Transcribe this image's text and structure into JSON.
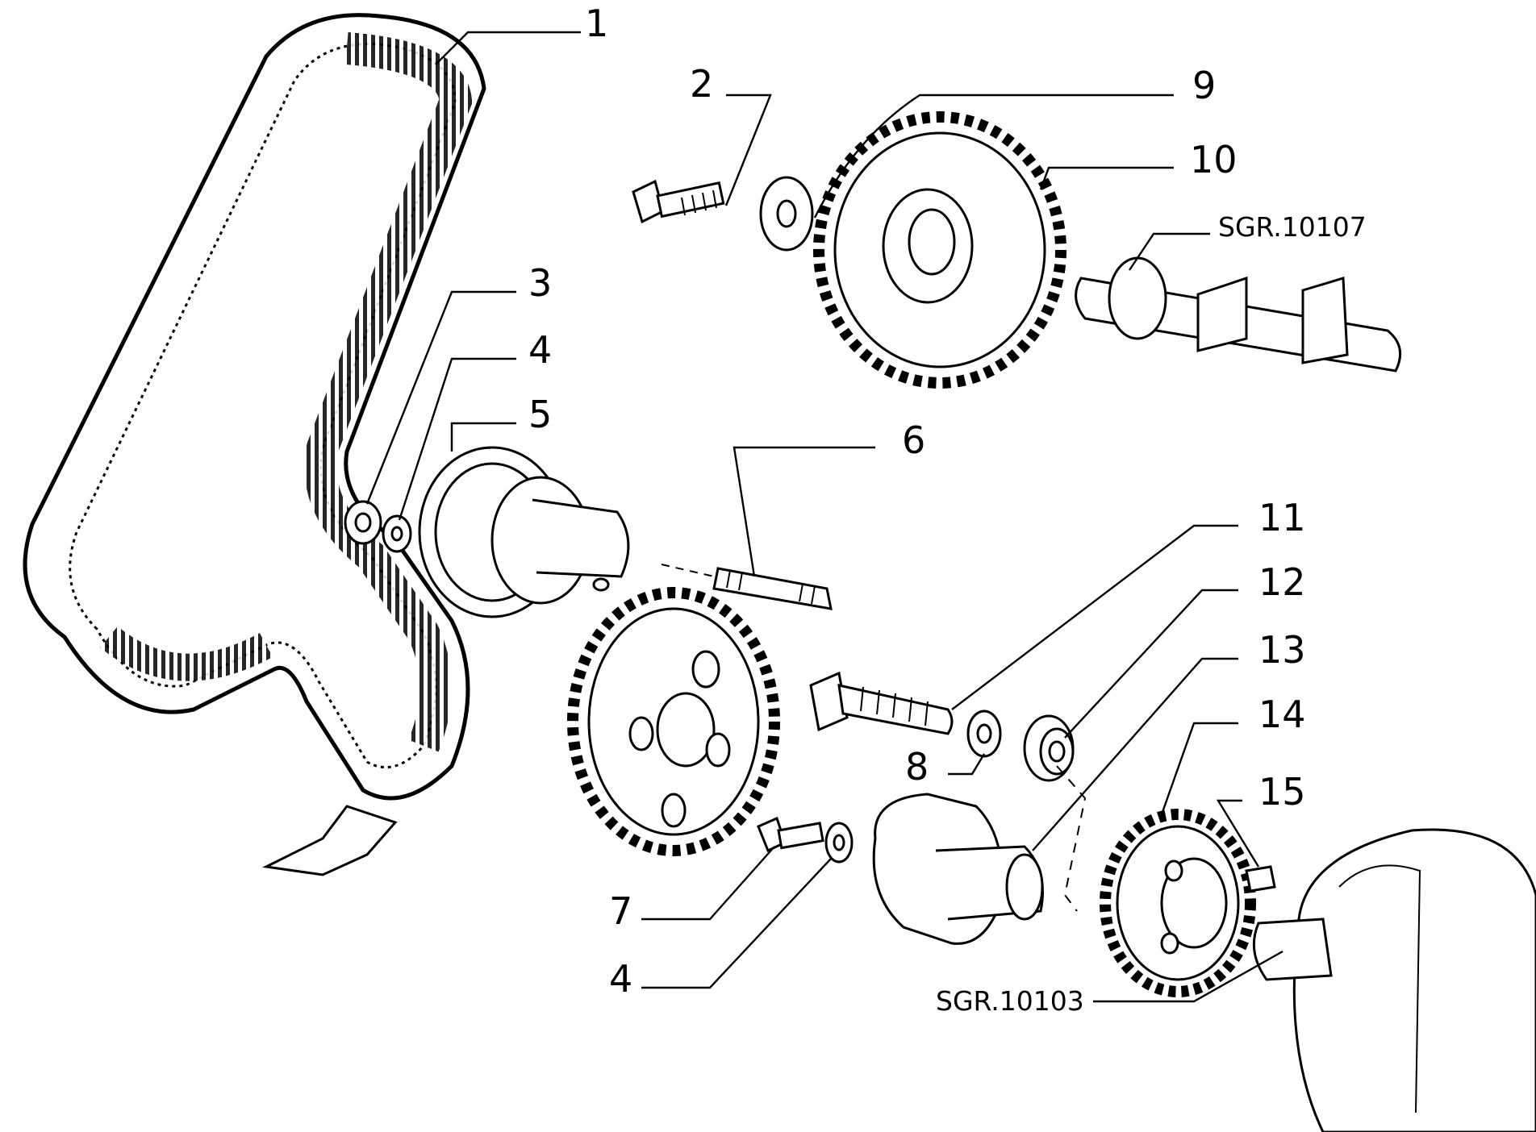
{
  "colors": {
    "ink": "#000000",
    "paper": "#ffffff"
  },
  "callouts": [
    {
      "id": "1",
      "label": "1"
    },
    {
      "id": "2",
      "label": "2"
    },
    {
      "id": "3",
      "label": "3"
    },
    {
      "id": "4a",
      "label": "4"
    },
    {
      "id": "5",
      "label": "5"
    },
    {
      "id": "6",
      "label": "6"
    },
    {
      "id": "7",
      "label": "7"
    },
    {
      "id": "4b",
      "label": "4"
    },
    {
      "id": "8",
      "label": "8"
    },
    {
      "id": "9",
      "label": "9"
    },
    {
      "id": "10",
      "label": "10"
    },
    {
      "id": "11",
      "label": "11"
    },
    {
      "id": "12",
      "label": "12"
    },
    {
      "id": "13",
      "label": "13"
    },
    {
      "id": "14",
      "label": "14"
    },
    {
      "id": "15",
      "label": "15"
    }
  ],
  "references": [
    {
      "id": "camshaft",
      "label": "SGR.10107"
    },
    {
      "id": "crankshaft",
      "label": "SGR.10103"
    }
  ],
  "icons": {
    "direction_arrow": "arrow-down-left-icon"
  }
}
